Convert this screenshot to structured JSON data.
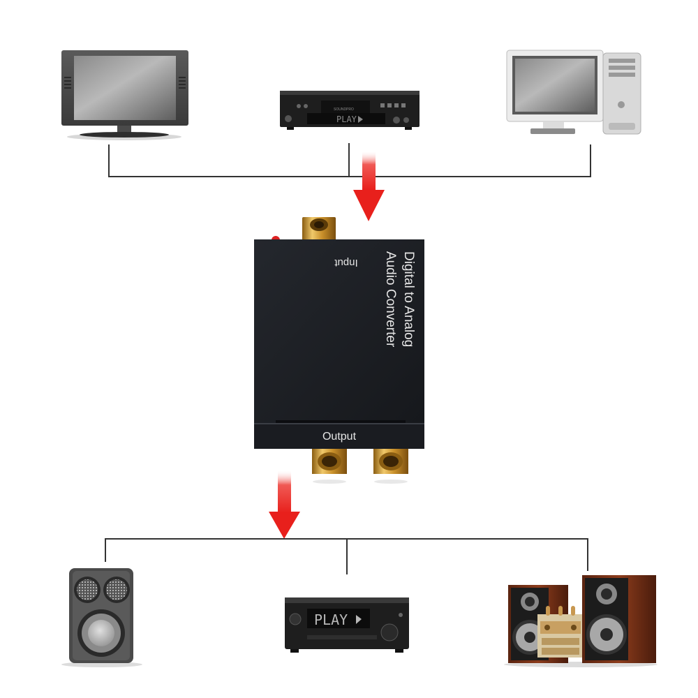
{
  "converter": {
    "title_line1": "Digital to Analog",
    "title_line2": "Audio Converter",
    "input_label": "Input",
    "output_label": "Output"
  },
  "sources": {
    "dvd_display": "PLAY",
    "dvd_small_text": "SOUNDPRO"
  },
  "outputs": {
    "receiver_display": "PLAY"
  },
  "colors": {
    "arrow": "#e8201c",
    "box": "#1b1d22",
    "gold": "#d6a23a",
    "line": "#333333"
  }
}
